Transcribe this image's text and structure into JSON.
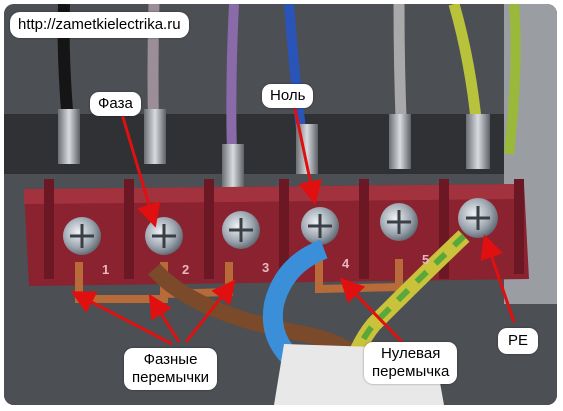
{
  "watermark": {
    "url": "http://zametkielectrika.ru"
  },
  "labels": {
    "phase": "Фаза",
    "neutral": "Ноль",
    "ground": "PE",
    "phase_jumpers_line1": "Фазные",
    "phase_jumpers_line2": "перемычки",
    "neutral_jumper_line1": "Нулевая",
    "neutral_jumper_line2": "перемычка"
  },
  "terminals": {
    "numbers": [
      "1",
      "2",
      "3",
      "4",
      "5"
    ]
  },
  "colors": {
    "arrow": "#e01010",
    "terminal_block": "#8a2230",
    "copper": "#b86a38",
    "brown_wire": "#7a4a2a",
    "blue_wire": "#3a8fd8",
    "yellow_green_wire": "#c9c23a",
    "purple_wire": "#8a6aa8"
  }
}
